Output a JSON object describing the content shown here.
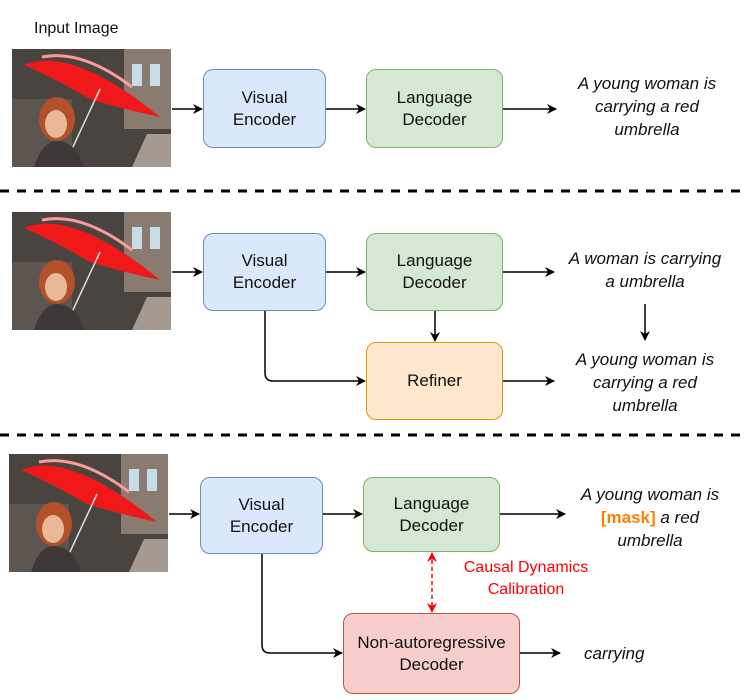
{
  "input_label": "Input Image",
  "sections": [
    {
      "visual_encoder": [
        "Visual",
        "Encoder"
      ],
      "language_decoder": [
        "Language",
        "Decoder"
      ],
      "output_caption": [
        "A young woman is",
        "carrying a red",
        "umbrella"
      ]
    },
    {
      "visual_encoder": [
        "Visual",
        "Encoder"
      ],
      "language_decoder": [
        "Language",
        "Decoder"
      ],
      "refiner": "Refiner",
      "draft_caption": [
        "A woman is carrying",
        "a umbrella"
      ],
      "refined_caption": [
        "A young woman is",
        "carrying a red",
        "umbrella"
      ]
    },
    {
      "visual_encoder": [
        "Visual",
        "Encoder"
      ],
      "language_decoder": [
        "Language",
        "Decoder"
      ],
      "nar_decoder": [
        "Non-autoregressive",
        "Decoder"
      ],
      "masked_caption": {
        "line1": "A young woman is",
        "mask_token": "[mask]",
        "line2_rest": " a red",
        "line3": "umbrella"
      },
      "calibration_label": [
        "Causal Dynamics",
        "Calibration"
      ],
      "nar_output": "carrying"
    }
  ],
  "colors": {
    "encoder_fill": "#dae8fc",
    "encoder_stroke": "#6c8ebf",
    "decoder_fill": "#d5e8d4",
    "decoder_stroke": "#82b366",
    "refiner_fill": "#ffe6cc",
    "refiner_stroke": "#d79b00",
    "nar_fill": "#f8cecc",
    "nar_stroke": "#b85450",
    "mask_token": "#ff8000",
    "calibration": "#ff0000"
  },
  "image_semantic": "photo-woman-with-red-umbrella"
}
